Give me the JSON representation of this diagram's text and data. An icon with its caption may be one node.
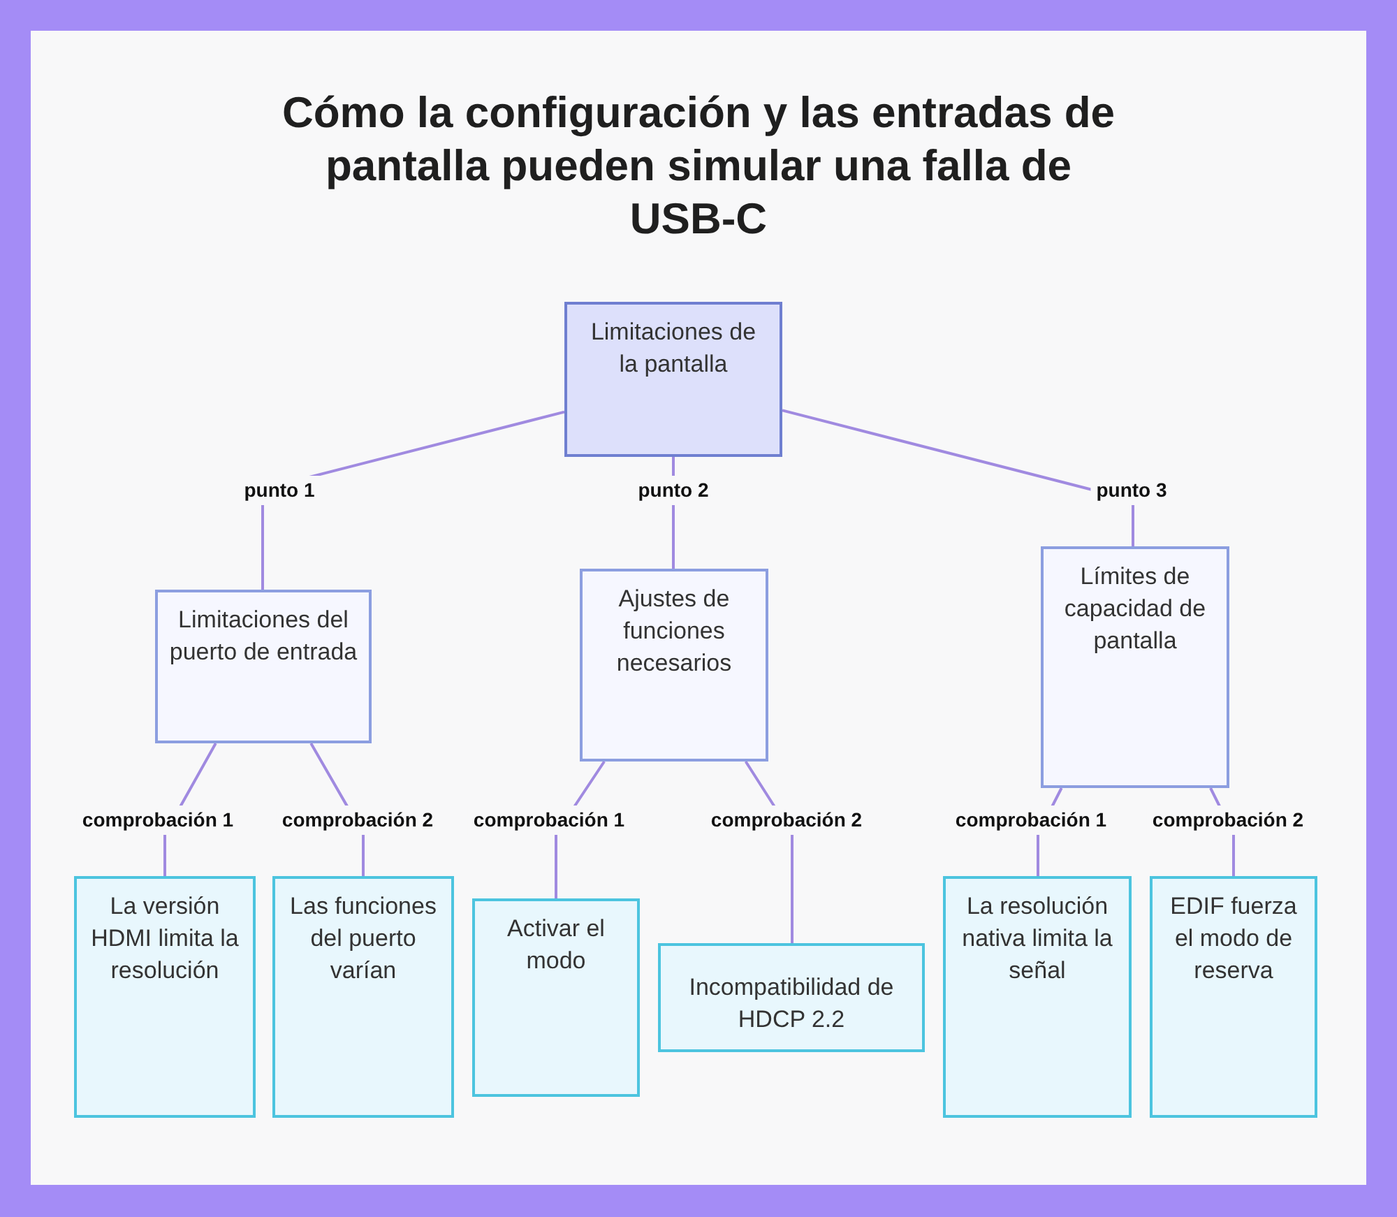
{
  "diagram": {
    "title": "Cómo la configuración y las entradas de pantalla pueden simular una falla de USB-C",
    "nodes": [
      {
        "text": [
          "Limitaciones de la pantalla"
        ]
      },
      {
        "text": [
          "Limitaciones del puerto de entrada"
        ]
      },
      {
        "text": [
          "Ajustes de funciones necesarios"
        ]
      },
      {
        "text": [
          "Límites de capacidad de pantalla"
        ]
      },
      {
        "text": [
          "La versión HDMI limita la resolución"
        ]
      },
      {
        "text": [
          "Las funciones del puerto varían"
        ]
      },
      {
        "text": [
          "Activar el modo"
        ]
      },
      {
        "text": [
          "Incompatibilidad de HDCP 2.2"
        ]
      },
      {
        "text": [
          "La resolución nativa limita la señal"
        ]
      },
      {
        "text": [
          "EDIF fuerza el modo de reserva"
        ]
      }
    ],
    "edges": [
      {
        "from": 0,
        "to": 1,
        "arrow": "none",
        "label": "punto 1"
      },
      {
        "from": 0,
        "to": 2,
        "arrow": "none",
        "label": "punto 2"
      },
      {
        "from": 0,
        "to": 3,
        "arrow": "none",
        "label": "punto 3"
      },
      {
        "from": 1,
        "to": 4,
        "arrow": "none",
        "label": "comprobación 1"
      },
      {
        "from": 1,
        "to": 5,
        "arrow": "none",
        "label": "comprobación 2"
      },
      {
        "from": 2,
        "to": 6,
        "arrow": "none",
        "label": "comprobación 1"
      },
      {
        "from": 2,
        "to": 7,
        "arrow": "none",
        "label": "comprobación 2"
      },
      {
        "from": 3,
        "to": 8,
        "arrow": "none",
        "label": "comprobación 1"
      },
      {
        "from": 3,
        "to": 9,
        "arrow": "none",
        "label": "comprobación 2"
      }
    ]
  }
}
